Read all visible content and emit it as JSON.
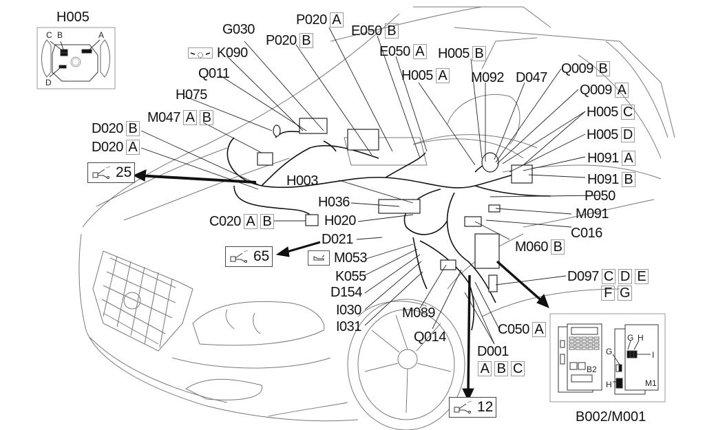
{
  "diagram": {
    "subject": "Vehicle front wiring harness component location",
    "connector_inset": {
      "title": "H005",
      "pins": [
        "A",
        "B",
        "C",
        "D"
      ]
    },
    "fuse_box_inset": {
      "caption": "B002/M001",
      "left_panel_label": "B2",
      "right_panel_label": "M1",
      "pin_labels_right": [
        "G",
        "H",
        "I"
      ],
      "pin_labels_left": [
        "G",
        "H"
      ]
    },
    "labels": [
      {
        "id": "P020",
        "suffixes": [
          "A"
        ]
      },
      {
        "id": "G030",
        "suffixes": []
      },
      {
        "id": "P020",
        "suffixes": [
          "B"
        ]
      },
      {
        "id": "E050",
        "suffixes": [
          "B"
        ]
      },
      {
        "id": "K090",
        "suffixes": []
      },
      {
        "id": "E050",
        "suffixes": [
          "A"
        ]
      },
      {
        "id": "H005",
        "suffixes": [
          "B"
        ]
      },
      {
        "id": "Q011",
        "suffixes": []
      },
      {
        "id": "H005",
        "suffixes": [
          "A"
        ]
      },
      {
        "id": "M092",
        "suffixes": []
      },
      {
        "id": "D047",
        "suffixes": []
      },
      {
        "id": "Q009",
        "suffixes": [
          "B"
        ]
      },
      {
        "id": "H075",
        "suffixes": []
      },
      {
        "id": "Q009",
        "suffixes": [
          "A"
        ]
      },
      {
        "id": "H005",
        "suffixes": [
          "C"
        ]
      },
      {
        "id": "M047",
        "suffixes": [
          "A",
          "B"
        ]
      },
      {
        "id": "D020",
        "suffixes": [
          "B"
        ]
      },
      {
        "id": "H005",
        "suffixes": [
          "D"
        ]
      },
      {
        "id": "D020",
        "suffixes": [
          "A"
        ]
      },
      {
        "id": "H091",
        "suffixes": [
          "A"
        ]
      },
      {
        "id": "H091",
        "suffixes": [
          "B"
        ]
      },
      {
        "id": "H003",
        "suffixes": []
      },
      {
        "id": "P050",
        "suffixes": []
      },
      {
        "id": "H036",
        "suffixes": []
      },
      {
        "id": "M091",
        "suffixes": []
      },
      {
        "id": "C020",
        "suffixes": [
          "A",
          "B"
        ]
      },
      {
        "id": "H020",
        "suffixes": []
      },
      {
        "id": "C016",
        "suffixes": []
      },
      {
        "id": "D021",
        "suffixes": []
      },
      {
        "id": "M060",
        "suffixes": [
          "B"
        ]
      },
      {
        "id": "M053",
        "suffixes": []
      },
      {
        "id": "K055",
        "suffixes": []
      },
      {
        "id": "D097",
        "suffixes": [
          "C",
          "D",
          "E"
        ]
      },
      {
        "id": "",
        "suffixes": [
          "F",
          "G"
        ]
      },
      {
        "id": "D154",
        "suffixes": []
      },
      {
        "id": "I030",
        "suffixes": []
      },
      {
        "id": "I031",
        "suffixes": []
      },
      {
        "id": "M089",
        "suffixes": []
      },
      {
        "id": "C050",
        "suffixes": [
          "A"
        ]
      },
      {
        "id": "Q014",
        "suffixes": []
      },
      {
        "id": "D001",
        "suffixes": []
      },
      {
        "id": "",
        "suffixes": [
          "A",
          "B",
          "C"
        ]
      }
    ],
    "references": [
      {
        "icon": "ground-connector-icon",
        "number": "25"
      },
      {
        "icon": "ground-connector-icon",
        "number": "65"
      },
      {
        "icon": "ground-connector-icon",
        "number": "12"
      }
    ],
    "symbols": {
      "k090_icon": "climate-fan-icon",
      "m053_icon": "hood-open-icon"
    }
  }
}
